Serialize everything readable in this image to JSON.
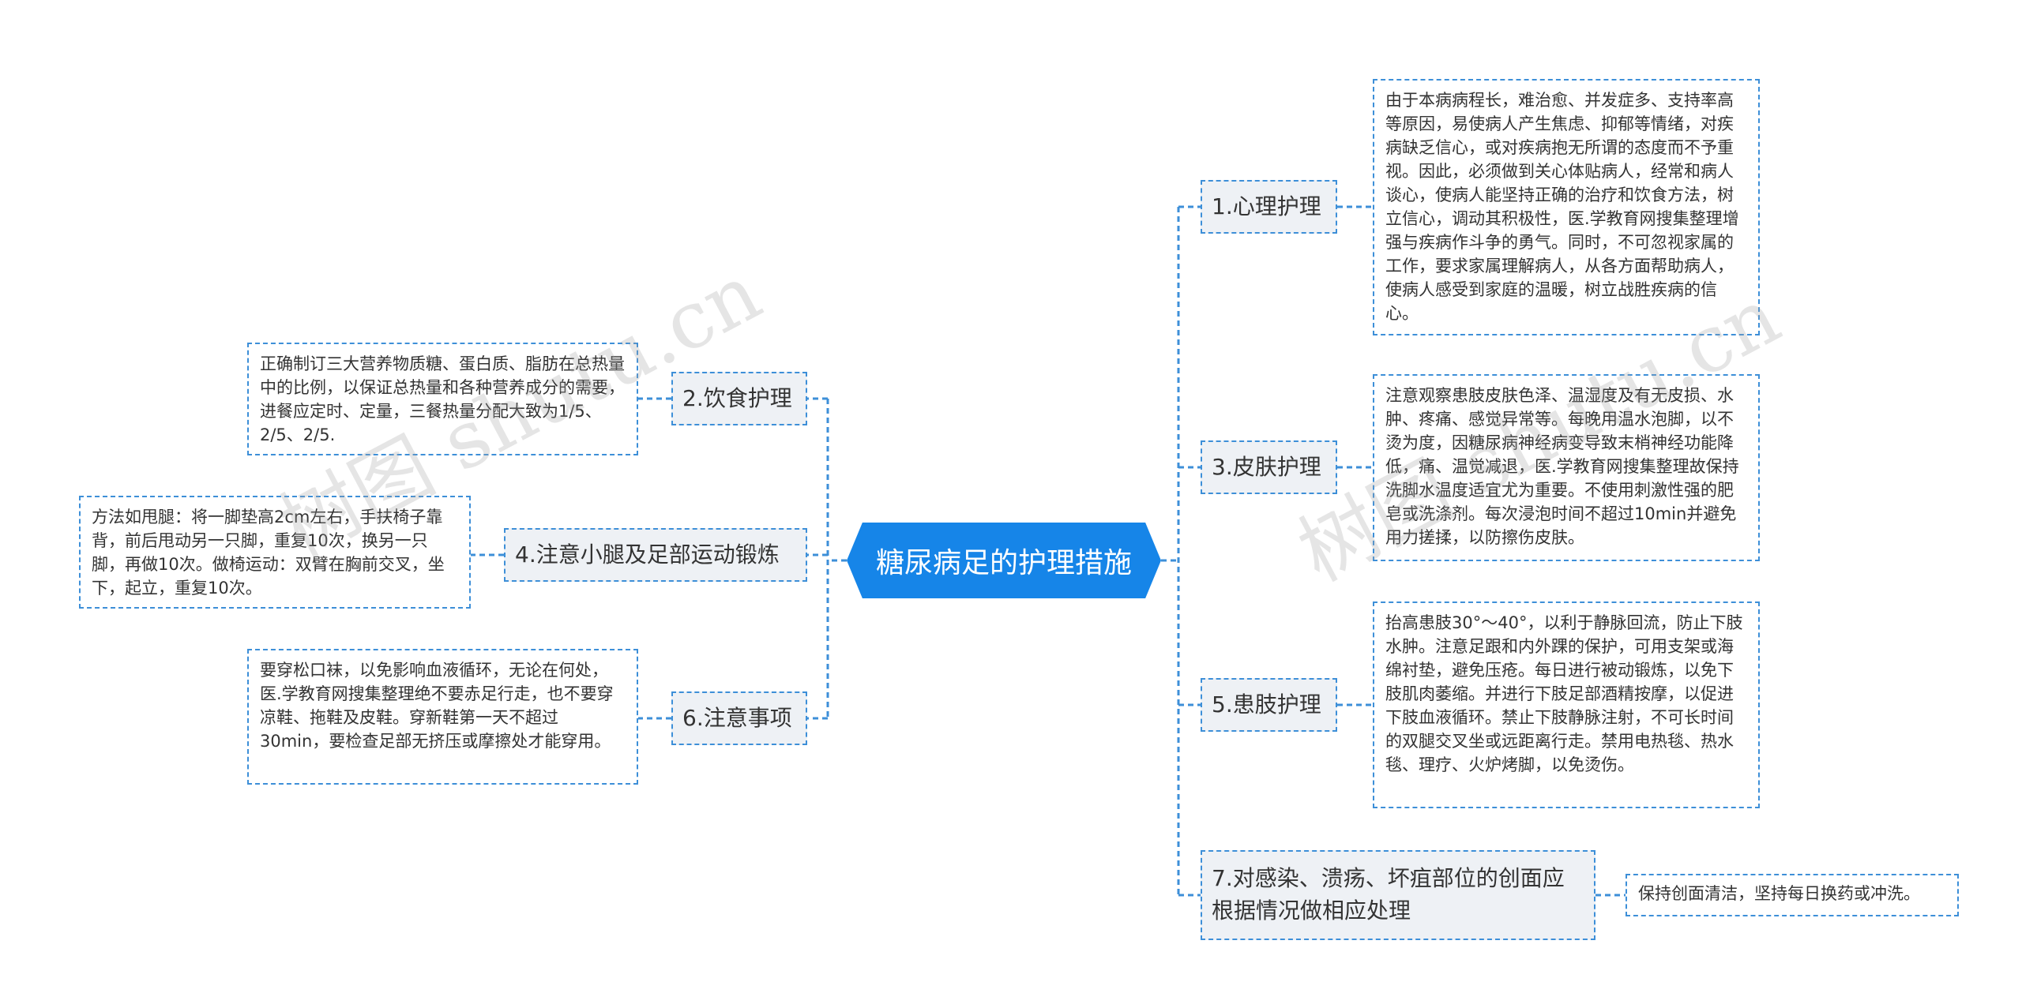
{
  "root": {
    "title": "糖尿病足的护理措施"
  },
  "branches": {
    "psych": {
      "label": "1.心理护理",
      "text": "由于本病病程长，难治愈、并发症多、支持率高等原因，易使病人产生焦虑、抑郁等情绪，对疾病缺乏信心，或对疾病抱无所谓的态度而不予重视。因此，必须做到关心体贴病人，经常和病人谈心，使病人能坚持正确的治疗和饮食方法，树立信心，调动其积极性，医.学教育网搜集整理增强与疾病作斗争的勇气。同时，不可忽视家属的工作，要求家属理解病人，从各方面帮助病人，使病人感受到家庭的温暖，树立战胜疾病的信心。"
    },
    "diet": {
      "label": "2.饮食护理",
      "text": "正确制订三大营养物质糖、蛋白质、脂肪在总热量中的比例，以保证总热量和各种营养成分的需要，进餐应定时、定量，三餐热量分配大致为1/5、2/5、2/5."
    },
    "skin": {
      "label": "3.皮肤护理",
      "text": "注意观察患肢皮肤色泽、温湿度及有无皮损、水肿、疼痛、感觉异常等。每晚用温水泡脚，以不烫为度，因糖尿病神经病变导致末梢神经功能降低，痛、温觉减退，医.学教育网搜集整理故保持洗脚水温度适宜尤为重要。不使用刺激性强的肥皂或洗涤剂。每次浸泡时间不超过10min并避免用力搓揉，以防擦伤皮肤。"
    },
    "exercise": {
      "label": "4.注意小腿及足部运动锻炼",
      "text": "方法如甩腿：将一脚垫高2cm左右，手扶椅子靠背，前后甩动另一只脚，重复10次，换另一只脚，再做10次。做椅运动：双臂在胸前交叉，坐下，起立，重复10次。"
    },
    "limb": {
      "label": "5.患肢护理",
      "text": "抬高患肢30°～40°，以利于静脉回流，防止下肢水肿。注意足跟和内外踝的保护，可用支架或海绵衬垫，避免压疮。每日进行被动锻炼，以免下肢肌肉萎缩。并进行下肢足部酒精按摩，以促进下肢血液循环。禁止下肢静脉注射，不可长时间的双腿交叉坐或远距离行走。禁用电热毯、热水毯、理疗、火炉烤脚，以免烫伤。"
    },
    "notes": {
      "label": "6.注意事项",
      "text": "要穿松口袜，以免影响血液循环，无论在何处，医.学教育网搜集整理绝不要赤足行走，也不要穿凉鞋、拖鞋及皮鞋。穿新鞋第一天不超过30min，要检查足部无挤压或摩擦处才能穿用。"
    },
    "wound": {
      "label": "7.对感染、溃疡、坏疽部位的创面应根据情况做相应处理",
      "text": "保持创面清洁，坚持每日换药或冲洗。"
    }
  },
  "watermarks": [
    "树图 shutu.cn",
    "树图 shutu.cn"
  ],
  "colors": {
    "root": "#1685e8",
    "connector": "#3d8fd8",
    "branch_bg": "#eef1f5"
  }
}
